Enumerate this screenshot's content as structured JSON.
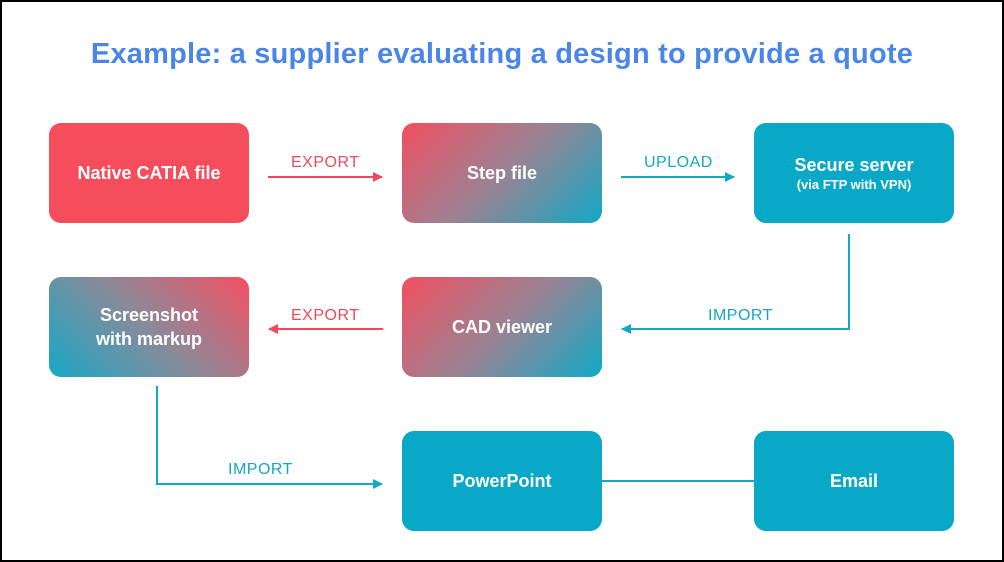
{
  "title": "Example: a supplier evaluating a design to provide a quote",
  "nodes": {
    "native": {
      "label": "Native CATIA file"
    },
    "step": {
      "label": "Step file"
    },
    "server": {
      "label": "Secure server",
      "sublabel": "(via FTP with VPN)"
    },
    "cad": {
      "label": "CAD viewer"
    },
    "screenshot": {
      "label_line1": "Screenshot",
      "label_line2": "with markup"
    },
    "powerpoint": {
      "label": "PowerPoint"
    },
    "email": {
      "label": "Email"
    }
  },
  "edges": {
    "native_to_step": "EXPORT",
    "step_to_server": "UPLOAD",
    "server_to_cad": "IMPORT",
    "cad_to_screenshot": "EXPORT",
    "screenshot_to_powerpoint": "IMPORT"
  },
  "colors": {
    "title": "#4a86e8",
    "red": "#f54d5c",
    "teal": "#08a8c6"
  }
}
